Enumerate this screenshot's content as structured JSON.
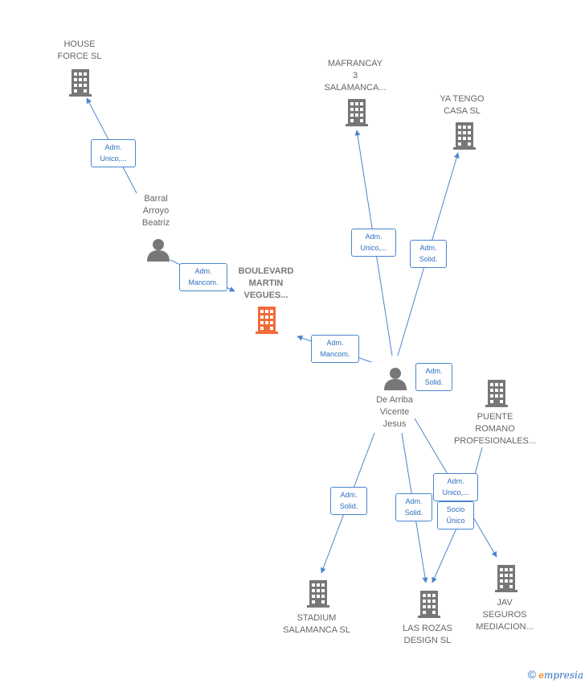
{
  "colors": {
    "edge": "#4a86d0",
    "building": "#777777",
    "main_building": "#f26b3a",
    "person": "#777777"
  },
  "nodes": {
    "house_force": "HOUSE\nFORCE SL",
    "mafrancay": "MAFRANCAY\n3\nSALAMANCA...",
    "ya_tengo": "YA TENGO\nCASA SL",
    "barral": "Barral\nArroyo\nBeatriz",
    "boulevard": "BOULEVARD\nMARTIN\nVEGUES...",
    "de_arriba": "De Arriba\nVicente\nJesus",
    "puente_romano": "PUENTE\nROMANO\nPROFESIONALES...",
    "stadium": "STADIUM\nSALAMANCA SL",
    "las_rozas": "LAS ROZAS\nDESIGN  SL",
    "jav": "JAV\nSEGUROS\nMEDIACION..."
  },
  "edges": {
    "barral_house": "Adm.\nUnico,...",
    "barral_boulevard": "Adm.\nMancom.",
    "jesus_boulevard": "Adm.\nMancom.",
    "jesus_mafrancay": "Adm.\nUnico,...",
    "jesus_yatengo": "Adm.\nSolid.",
    "jesus_puente": "Adm.\nSolid.",
    "jesus_stadium": "Adm.\nSolid.",
    "jesus_lasrozas": "Adm.\nSolid.",
    "jesus_jav": "Adm.\nUnico,...",
    "puente_lasrozas": "Socio\nÚnico"
  },
  "footer": {
    "copyright": "©",
    "brand_first": "e",
    "brand_rest": "mpresia"
  }
}
